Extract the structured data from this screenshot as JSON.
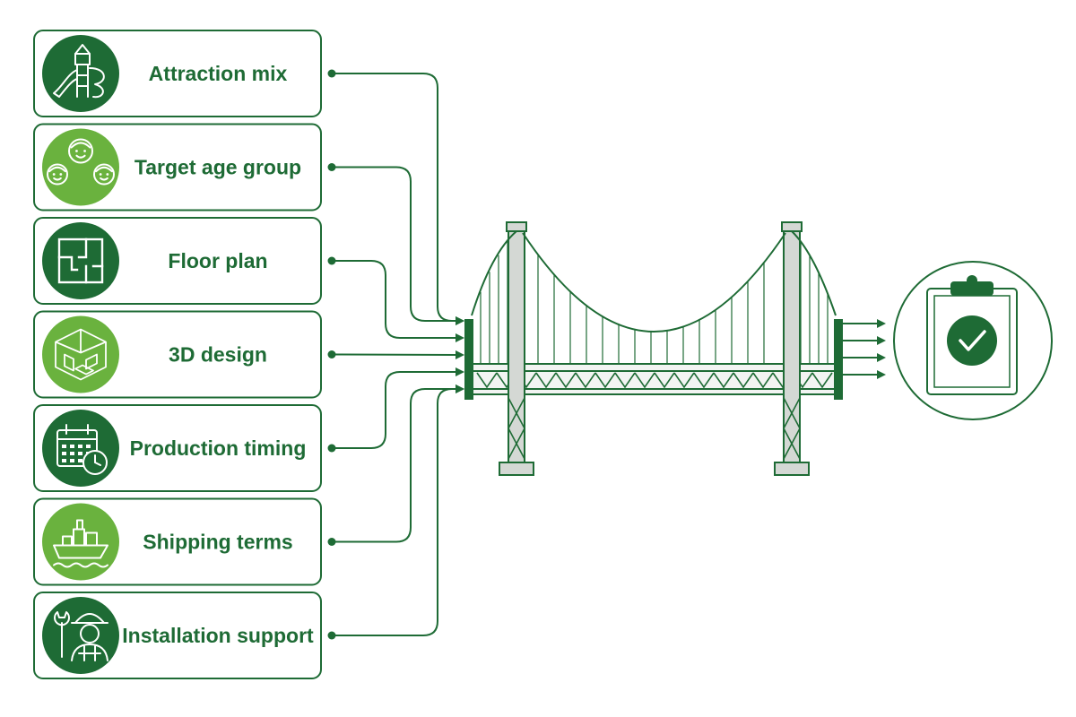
{
  "colors": {
    "dark_green": "#1e6b35",
    "light_green": "#6ab23e",
    "steel": "#d4d8d4",
    "outline": "#1e6b35"
  },
  "cards": [
    {
      "label": "Attraction mix",
      "icon": "playground-slide-icon",
      "tone": "dark"
    },
    {
      "label": "Target age group",
      "icon": "children-faces-icon",
      "tone": "light"
    },
    {
      "label": "Floor plan",
      "icon": "floor-plan-icon",
      "tone": "dark"
    },
    {
      "label": "3D design",
      "icon": "3d-room-icon",
      "tone": "light"
    },
    {
      "label": "Production timing",
      "icon": "calendar-clock-icon",
      "tone": "dark"
    },
    {
      "label": "Shipping terms",
      "icon": "cargo-ship-icon",
      "tone": "light"
    },
    {
      "label": "Installation support",
      "icon": "worker-wrench-icon",
      "tone": "dark"
    }
  ],
  "center": {
    "icon": "suspension-bridge-icon"
  },
  "result": {
    "icon": "clipboard-check-icon"
  }
}
